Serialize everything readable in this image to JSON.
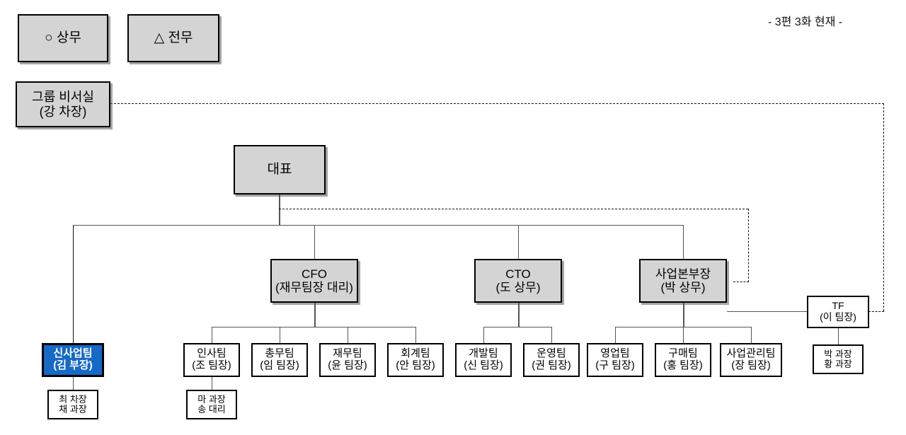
{
  "header": {
    "note": "- 3편 3화 현재 -"
  },
  "legend": {
    "items": [
      {
        "symbol": "○",
        "label": "상무",
        "text": "○ 상무"
      },
      {
        "symbol": "△",
        "label": "전무",
        "text": "△ 전무"
      }
    ]
  },
  "nodes": {
    "secretariat": {
      "line1": "그룹 비서실",
      "line2": "(강 차장)"
    },
    "ceo": {
      "line1": "대표",
      "line2": ""
    },
    "cfo": {
      "line1": "CFO",
      "line2": "(재무팀장 대리)"
    },
    "cto": {
      "line1": "CTO",
      "line2": "(도 상무)"
    },
    "division_head": {
      "line1": "사업본부장",
      "line2": "(박 상무)"
    },
    "tf": {
      "line1": "TF",
      "line2": "(이 팀장)"
    },
    "tf_members": {
      "line1": "박 과장",
      "line2": "황 과장"
    },
    "new_business": {
      "line1": "신사업팀",
      "line2": "(김 부장)"
    },
    "new_business_members": {
      "line1": "최 차장",
      "line2": "채 과장"
    },
    "hr_team": {
      "line1": "인사팀",
      "line2": "(조 팀장)"
    },
    "general_affairs_team": {
      "line1": "총무팀",
      "line2": "(임 팀장)"
    },
    "general_affairs_members": {
      "line1": "마 과장",
      "line2": "송 대리"
    },
    "finance_team": {
      "line1": "재무팀",
      "line2": "(윤 팀장)"
    },
    "accounting_team": {
      "line1": "회계팀",
      "line2": "(안 팀장)"
    },
    "dev_team": {
      "line1": "개발팀",
      "line2": "(신 팀장)"
    },
    "ops_team": {
      "line1": "운영팀",
      "line2": "(권 팀장)"
    },
    "sales_team": {
      "line1": "영업팀",
      "line2": "(구 팀장)"
    },
    "purchasing_team": {
      "line1": "구매팀",
      "line2": "(홍 팀장)"
    },
    "business_mgmt_team": {
      "line1": "사업관리팀",
      "line2": "(장 팀장)"
    }
  },
  "colors": {
    "highlight": "#1569c7",
    "box_fill": "#d4d4d4",
    "leaf_fill": "#ffffff",
    "line": "#555555",
    "border": "#000000"
  }
}
